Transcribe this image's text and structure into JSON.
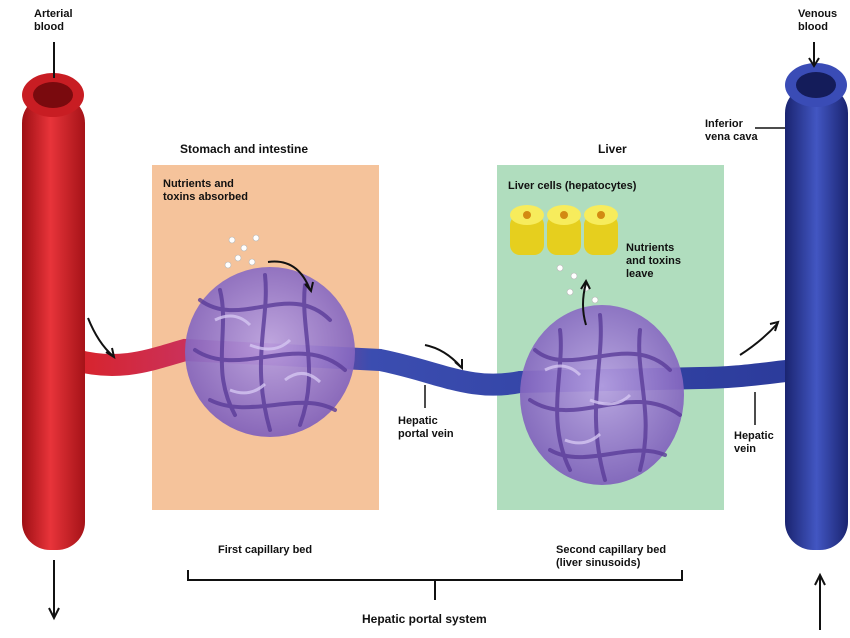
{
  "labels": {
    "arterial_blood": "Arterial\nblood",
    "venous_blood": "Venous\nblood",
    "inferior_vena_cava": "Inferior\nvena cava",
    "stomach_intestine": "Stomach and intestine",
    "liver": "Liver",
    "nutrients_absorbed": "Nutrients and\ntoxins absorbed",
    "liver_cells": "Liver cells (hepatocytes)",
    "nutrients_leave": "Nutrients\nand toxins\nleave",
    "hepatic_portal_vein": "Hepatic\nportal vein",
    "hepatic_vein": "Hepatic\nvein",
    "first_capillary_bed": "First capillary bed",
    "second_capillary_bed": "Second capillary bed\n(liver sinusoids)",
    "hepatic_portal_system": "Hepatic portal system"
  },
  "colors": {
    "artery": "#d8232a",
    "vein": "#2b3a9a",
    "stomach_panel": "#f3b98a",
    "liver_panel": "#a7d9b7",
    "capillary": "#8e6fc4",
    "hepatocyte": "#f2e23a"
  }
}
